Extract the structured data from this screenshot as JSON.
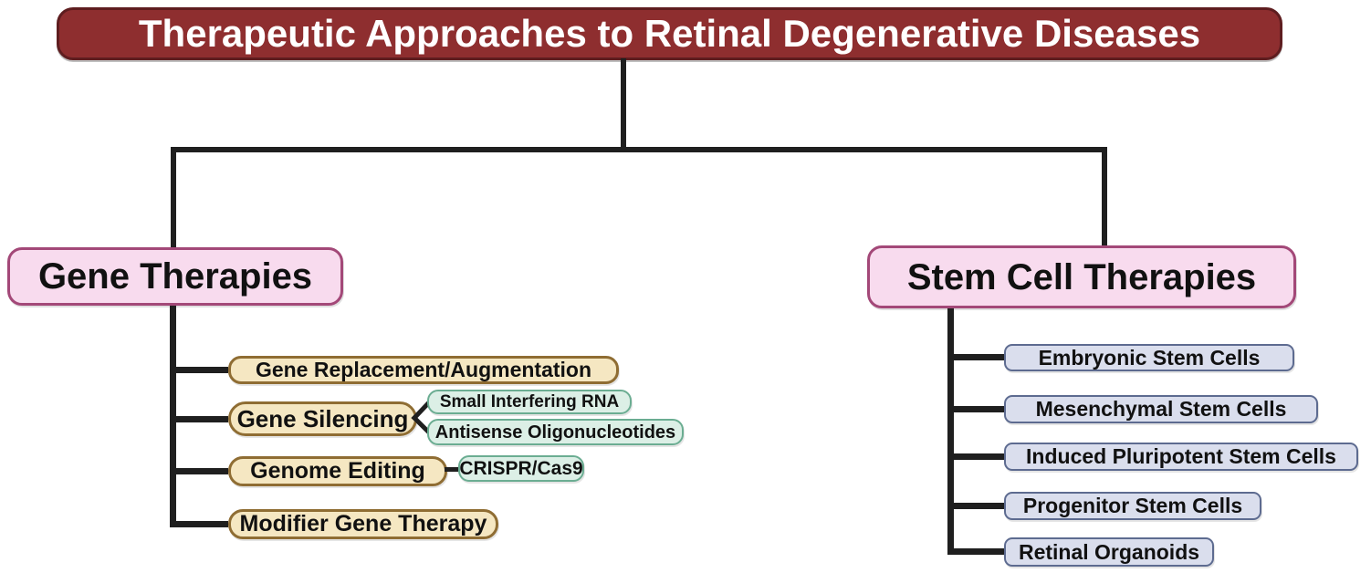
{
  "title": "Therapeutic Approaches to Retinal Degenerative Diseases",
  "colors": {
    "title_bg": "#8E2E2F",
    "title_border": "#5E1D1F",
    "title_text": "#FFFFFF",
    "category_bg": "#F8DBEE",
    "category_border": "#A34878",
    "gene_bg": "#F5E7C2",
    "gene_border": "#8F6D33",
    "technique_bg": "#DCEFE6",
    "technique_border": "#6BAD92",
    "stem_bg": "#DADEED",
    "stem_border": "#5D6B90",
    "line": "#1F1F1F",
    "text": "#111111"
  },
  "tree": {
    "gene": {
      "label": "Gene Therapies",
      "children": [
        {
          "label": "Gene Replacement/Augmentation",
          "techniques": []
        },
        {
          "label": "Gene Silencing",
          "techniques": [
            "Small Interfering RNA",
            "Antisense Oligonucleotides"
          ]
        },
        {
          "label": "Genome Editing",
          "techniques": [
            "CRISPR/Cas9"
          ]
        },
        {
          "label": "Modifier Gene Therapy",
          "techniques": []
        }
      ]
    },
    "stem": {
      "label": "Stem Cell Therapies",
      "children": [
        {
          "label": "Embryonic Stem Cells"
        },
        {
          "label": "Mesenchymal Stem Cells"
        },
        {
          "label": "Induced Pluripotent Stem Cells"
        },
        {
          "label": "Progenitor Stem Cells"
        },
        {
          "label": "Retinal Organoids"
        }
      ]
    }
  }
}
